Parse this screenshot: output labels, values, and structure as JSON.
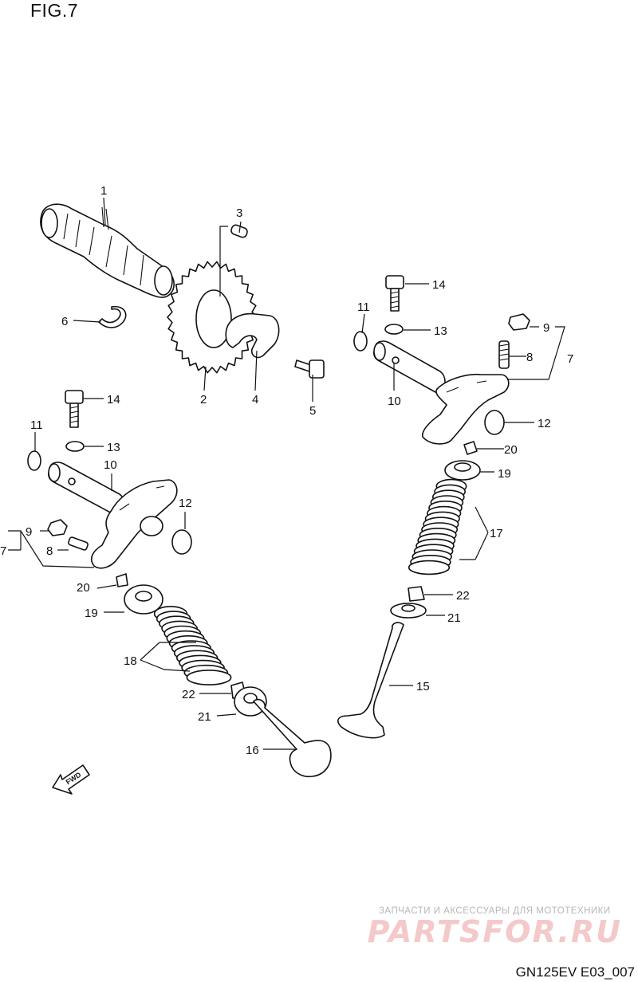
{
  "figure": {
    "title": "FIG.7",
    "code": "GN125EV E03_007",
    "fwd_label": "FWD"
  },
  "watermark": {
    "tagline": "ЗАПЧАСТИ И АКСЕССУАРЫ ДЛЯ МОТОТЕХНИКИ",
    "logo": "PARTSFOR.RU"
  },
  "callouts": [
    {
      "id": "c1",
      "label": "1"
    },
    {
      "id": "c2",
      "label": "2"
    },
    {
      "id": "c3",
      "label": "3"
    },
    {
      "id": "c4",
      "label": "4"
    },
    {
      "id": "c5",
      "label": "5"
    },
    {
      "id": "c6",
      "label": "6"
    },
    {
      "id": "c14a",
      "label": "14"
    },
    {
      "id": "c11a",
      "label": "11"
    },
    {
      "id": "c13a",
      "label": "13"
    },
    {
      "id": "c9a",
      "label": "9"
    },
    {
      "id": "c8a",
      "label": "8"
    },
    {
      "id": "c7a",
      "label": "7"
    },
    {
      "id": "c10a",
      "label": "10"
    },
    {
      "id": "c12a",
      "label": "12"
    },
    {
      "id": "c20a",
      "label": "20"
    },
    {
      "id": "c19a",
      "label": "19"
    },
    {
      "id": "c17",
      "label": "17"
    },
    {
      "id": "c22a",
      "label": "22"
    },
    {
      "id": "c21a",
      "label": "21"
    },
    {
      "id": "c15",
      "label": "15"
    },
    {
      "id": "c14b",
      "label": "14"
    },
    {
      "id": "c11b",
      "label": "11"
    },
    {
      "id": "c13b",
      "label": "13"
    },
    {
      "id": "c10b",
      "label": "10"
    },
    {
      "id": "c12b",
      "label": "12"
    },
    {
      "id": "c9b",
      "label": "9"
    },
    {
      "id": "c8b",
      "label": "8"
    },
    {
      "id": "c7b",
      "label": "7"
    },
    {
      "id": "c20b",
      "label": "20"
    },
    {
      "id": "c19b",
      "label": "19"
    },
    {
      "id": "c18",
      "label": "18"
    },
    {
      "id": "c22b",
      "label": "22"
    },
    {
      "id": "c21b",
      "label": "21"
    },
    {
      "id": "c16",
      "label": "16"
    }
  ]
}
